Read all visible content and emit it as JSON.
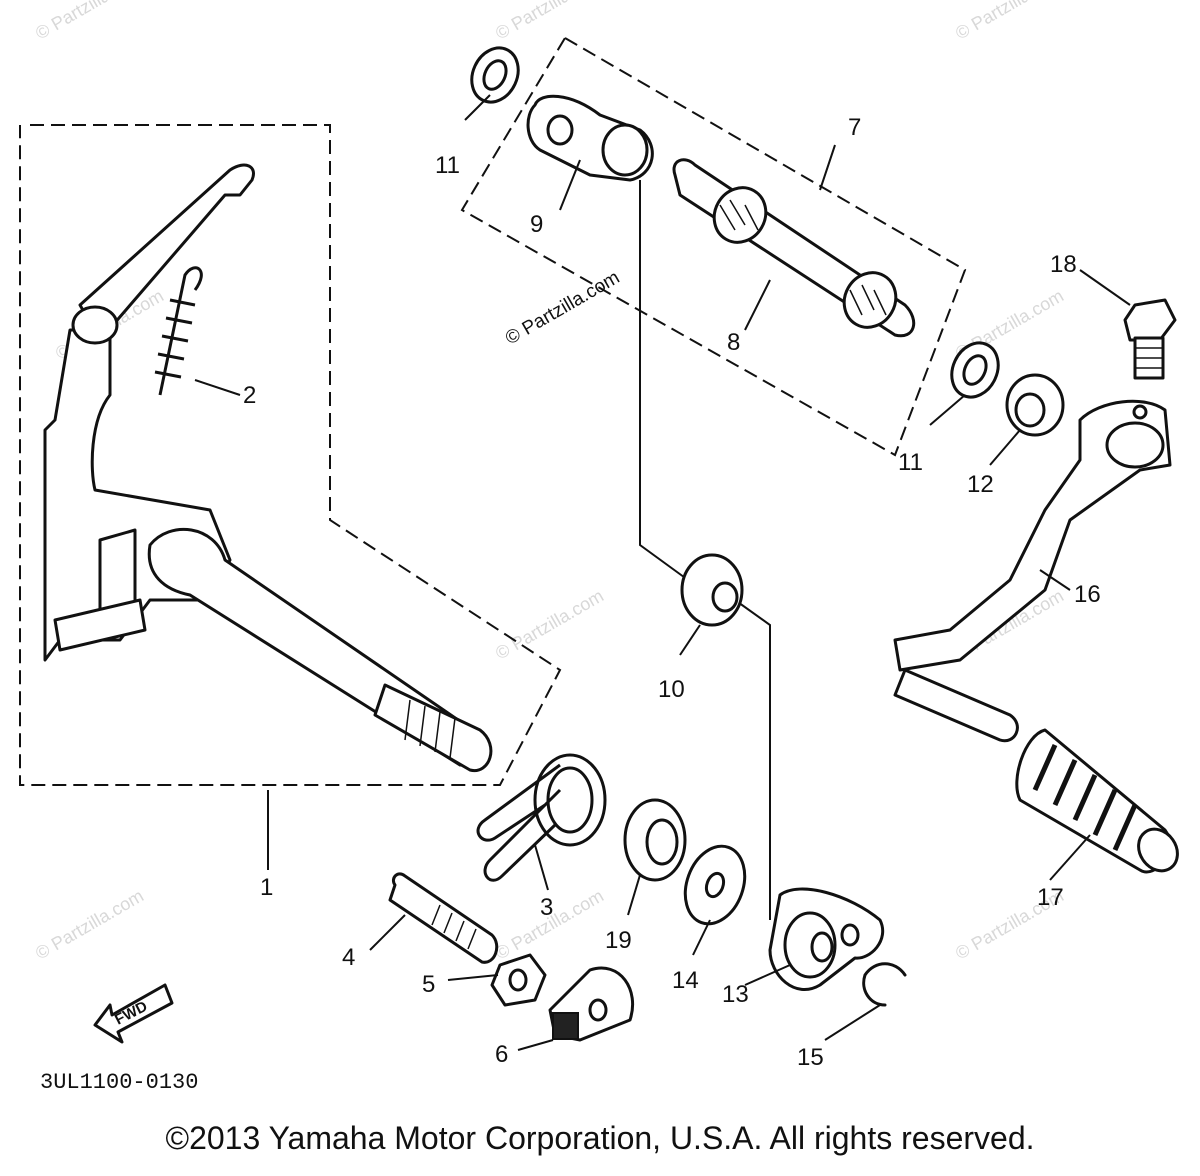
{
  "diagram": {
    "part_numbers": [
      "1",
      "2",
      "3",
      "4",
      "5",
      "6",
      "7",
      "8",
      "9",
      "10",
      "11",
      "11",
      "12",
      "13",
      "14",
      "15",
      "16",
      "17",
      "18",
      "19"
    ],
    "watermark_text": "© Partzilla.com",
    "forward_label": "FWD",
    "diagram_code": "3UL1100-0130",
    "copyright": "©2013 Yamaha Motor Corporation, U.S.A. All rights reserved."
  }
}
